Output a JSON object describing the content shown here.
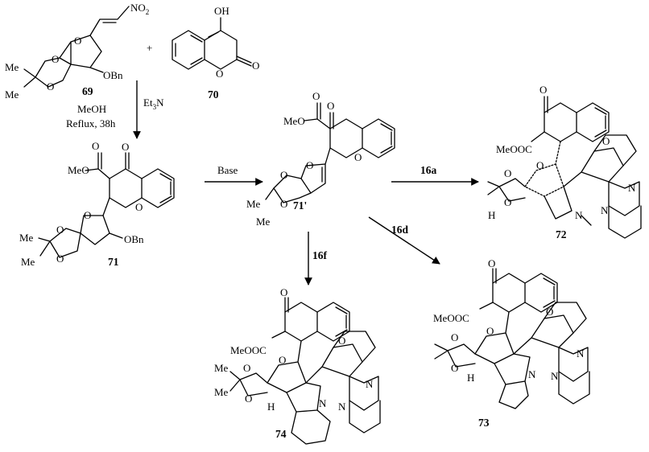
{
  "compounds": {
    "c69": {
      "id": "69",
      "obn": "OBn",
      "no2": "NO",
      "no2_sub": "2",
      "me1": "Me",
      "me2": "Me",
      "o1": "O",
      "o2": "O",
      "o3": "O"
    },
    "c70": {
      "id": "70",
      "oh": "OH",
      "o_ring": "O",
      "o_carbonyl": "O"
    },
    "c71": {
      "id": "71",
      "meo": "MeO",
      "o_ester": "O",
      "o_keto": "O",
      "o_ring": "O",
      "obn": "OBn",
      "me1": "Me",
      "me2": "Me",
      "o1": "O",
      "o2": "O",
      "o3": "O"
    },
    "c71p": {
      "id": "71'",
      "meo": "MeO",
      "o_ester": "O",
      "o_keto": "O",
      "o_ring": "O",
      "me1": "Me",
      "me2": "Me",
      "o1": "O",
      "o2": "O",
      "o3": "O"
    },
    "c72": {
      "id": "72",
      "meooc": "MeOOC",
      "o_keto": "O",
      "o_ring": "O",
      "o_fur": "O",
      "o1": "O",
      "o2": "O",
      "h": "H",
      "n1": "N",
      "n2": "N",
      "n3": "N"
    },
    "c73": {
      "id": "73",
      "meooc": "MeOOC",
      "o_keto": "O",
      "o_ring": "O",
      "o_fur": "O",
      "o1": "O",
      "o2": "O",
      "h": "H",
      "n1": "N",
      "n2": "N",
      "n3": "N"
    },
    "c74": {
      "id": "74",
      "meooc": "MeOOC",
      "o_keto": "O",
      "o_ring": "O",
      "o_fur": "O",
      "o1": "O",
      "o2": "O",
      "h": "H",
      "n1": "N",
      "n2": "N",
      "n3": "N",
      "me1": "Me",
      "me2": "Me"
    }
  },
  "plus": "+",
  "conditions": {
    "step1_solvent": "MeOH",
    "step1_temp": "Reflux, 38h",
    "step1_reagent": "Et",
    "step1_reagent_sub": "3",
    "step1_reagent_tail": "N",
    "step2": "Base",
    "to72": "16a",
    "to73": "16d",
    "to74": "16f"
  }
}
